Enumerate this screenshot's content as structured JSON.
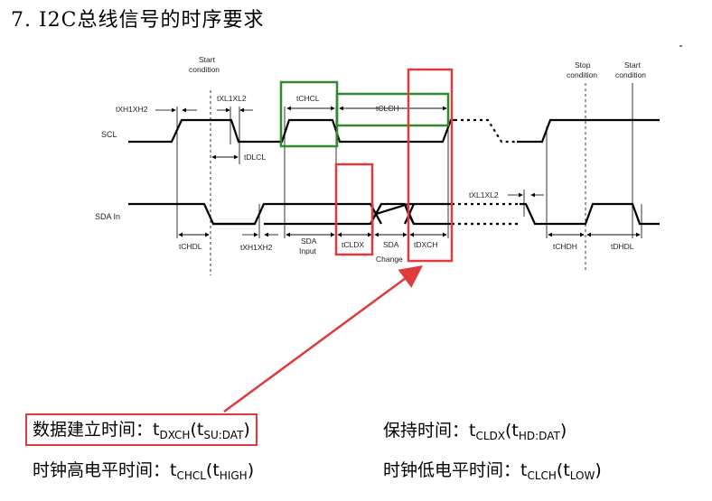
{
  "heading": "7. I2C总线信号的时序要求",
  "signals": {
    "scl": "SCL",
    "sda": "SDA In"
  },
  "timing_labels": {
    "start_condition": [
      "Start",
      "condition"
    ],
    "stop_condition": [
      "Stop",
      "condition"
    ],
    "start_condition2": [
      "Start",
      "condition"
    ],
    "txh1xh2_top": "tXH1XH2",
    "txl1xl2_top": "tXL1XL2",
    "tchcl": "tCHCL",
    "tclch": "tCLCH",
    "tdlcl": "tDLCL",
    "txl1xl2_mid": "tXL1XL2",
    "tchdl": "tCHDL",
    "txh1xh2_bot": "tXH1XH2",
    "sda_input": [
      "SDA",
      "Input"
    ],
    "tcldx": "tCLDX",
    "sda_change": [
      "SDA",
      "Change"
    ],
    "tdxch": "tDXCH",
    "tchdh": "tCHDH",
    "tdhdl": "tDHDL"
  },
  "definitions": {
    "setup": {
      "prefix": "数据建立时间：t",
      "sub1": "DXCH",
      "mid": "(t",
      "sub2": "SU:DAT",
      "suffix": ")"
    },
    "hold": {
      "prefix": "保持时间：t",
      "sub1": "CLDX",
      "mid": "(t",
      "sub2": "HD:DAT",
      "suffix": ")"
    },
    "high": {
      "prefix": "时钟高电平时间：t",
      "sub1": "CHCL",
      "mid": "(t",
      "sub2": "HIGH",
      "suffix": ")"
    },
    "low": {
      "prefix": "时钟低电平时间：t",
      "sub1": "CLCH",
      "mid": "(t",
      "sub2": "LOW",
      "suffix": ")"
    }
  },
  "colors": {
    "highlight_red": "#e03a3a",
    "highlight_green": "#2e8b2e",
    "signal": "#000000"
  }
}
